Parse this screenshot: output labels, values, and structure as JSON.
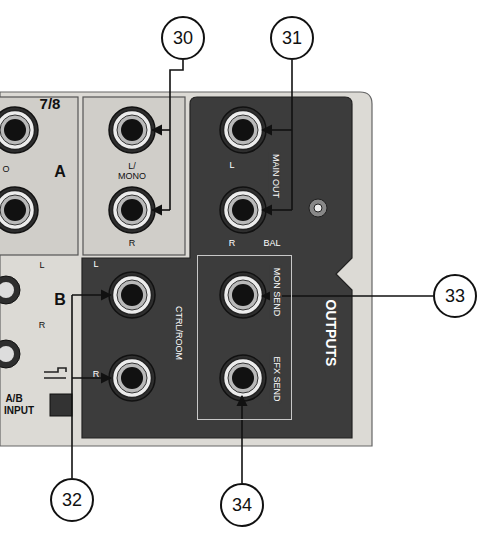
{
  "diagram": {
    "nodes": [
      {
        "text": [
          "30"
        ]
      },
      {
        "text": [
          "31"
        ]
      },
      {
        "text": [
          "MON SEND",
          "EFX SEND"
        ]
      },
      {
        "text": [
          "33"
        ]
      },
      {
        "text": [
          "32"
        ]
      },
      {
        "text": [
          "34"
        ]
      }
    ],
    "labels": [
      "7/8",
      "O",
      "A",
      "L/ MONO",
      "R",
      "L",
      "MAIN OUT",
      "R",
      "BAL",
      "L",
      "B",
      "R",
      "A/B",
      "INPUT",
      "CTRL/ROOM",
      "L",
      "R",
      "OUTPUTS"
    ]
  }
}
